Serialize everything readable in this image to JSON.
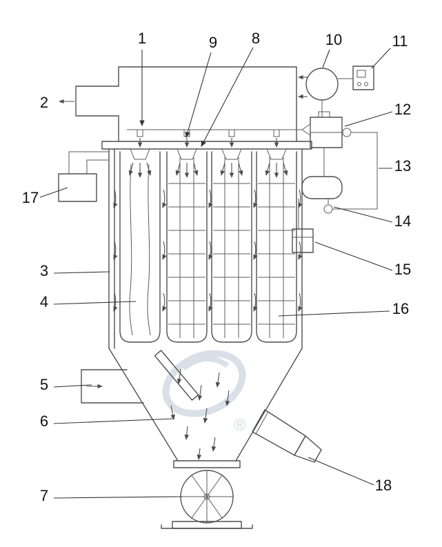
{
  "labels": [
    "1",
    "2",
    "3",
    "4",
    "5",
    "6",
    "7",
    "8",
    "9",
    "10",
    "11",
    "12",
    "13",
    "14",
    "15",
    "16",
    "17",
    "18"
  ],
  "watermark": {
    "symbol": "®"
  },
  "colors": {
    "line": "#4d4d4d",
    "label": "#111111",
    "watermark": "#ccd5de"
  }
}
